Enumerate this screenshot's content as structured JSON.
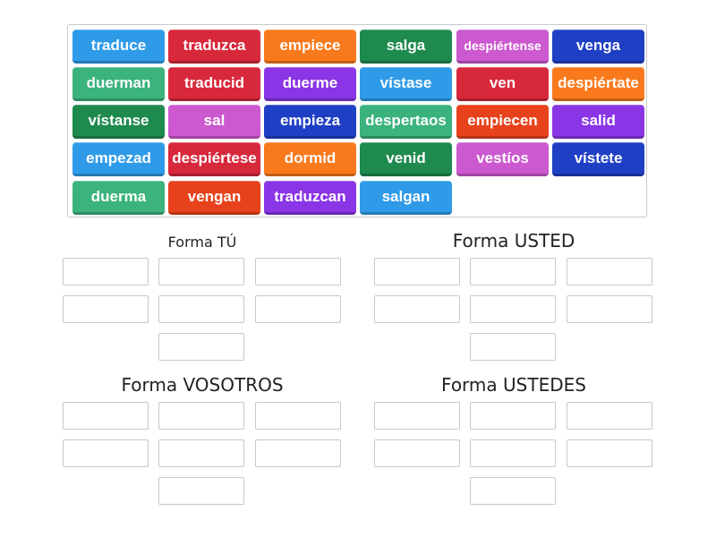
{
  "colors": {
    "blue": "#2f9be8",
    "red": "#d8283c",
    "orange": "#f97a1d",
    "darkgreen": "#1f8a4e",
    "pink": "#cc59cf",
    "navy": "#1f3fc4",
    "teal": "#3bb37c",
    "purple": "#8a35e6",
    "vermilion": "#e8421c"
  },
  "tiles": [
    {
      "label": "traduce",
      "color": "blue"
    },
    {
      "label": "traduzca",
      "color": "red"
    },
    {
      "label": "empiece",
      "color": "orange"
    },
    {
      "label": "salga",
      "color": "darkgreen"
    },
    {
      "label": "despiértense",
      "color": "pink",
      "small": true
    },
    {
      "label": "venga",
      "color": "navy"
    },
    {
      "label": "duerman",
      "color": "teal"
    },
    {
      "label": "traducid",
      "color": "red"
    },
    {
      "label": "duerme",
      "color": "purple"
    },
    {
      "label": "vístase",
      "color": "blue"
    },
    {
      "label": "ven",
      "color": "red"
    },
    {
      "label": "despiértate",
      "color": "orange"
    },
    {
      "label": "vístanse",
      "color": "darkgreen"
    },
    {
      "label": "sal",
      "color": "pink"
    },
    {
      "label": "empieza",
      "color": "navy"
    },
    {
      "label": "despertaos",
      "color": "teal"
    },
    {
      "label": "empiecen",
      "color": "vermilion"
    },
    {
      "label": "salid",
      "color": "purple"
    },
    {
      "label": "empezad",
      "color": "blue"
    },
    {
      "label": "despiértese",
      "color": "red"
    },
    {
      "label": "dormid",
      "color": "orange"
    },
    {
      "label": "venid",
      "color": "darkgreen"
    },
    {
      "label": "vestíos",
      "color": "pink"
    },
    {
      "label": "vístete",
      "color": "navy"
    },
    {
      "label": "duerma",
      "color": "teal"
    },
    {
      "label": "vengan",
      "color": "vermilion"
    },
    {
      "label": "traduzcan",
      "color": "purple"
    },
    {
      "label": "salgan",
      "color": "blue"
    }
  ],
  "groups": [
    {
      "title": "Forma TÚ"
    },
    {
      "title": "Forma USTED"
    },
    {
      "title": "Forma VOSOTROS"
    },
    {
      "title": "Forma USTEDES"
    }
  ]
}
